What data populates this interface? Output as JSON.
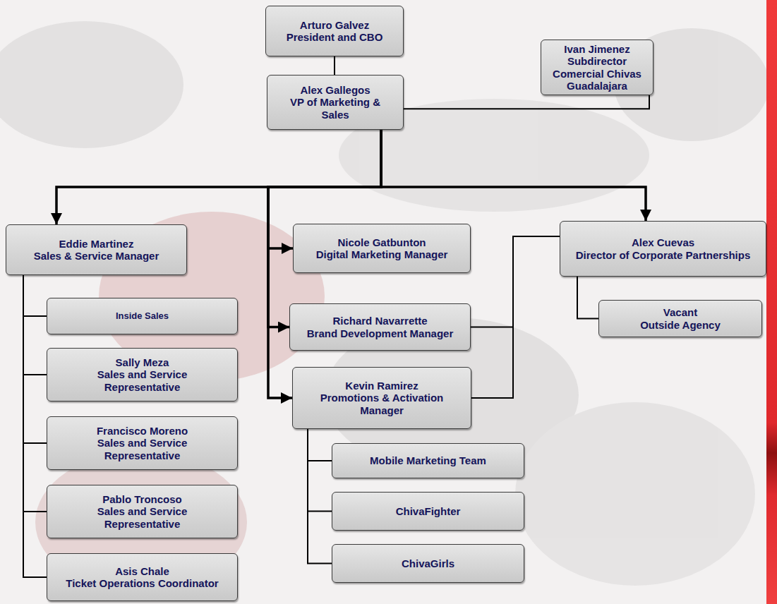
{
  "diagram": {
    "nodes": [
      {
        "text": [
          "Arturo Galvez",
          "President and CBO"
        ]
      },
      {
        "text": [
          "Ivan Jimenez",
          "Subdirector Comercial Chivas Guadalajara"
        ]
      },
      {
        "text": [
          "Alex Gallegos",
          "VP of Marketing & Sales"
        ]
      },
      {
        "text": [
          "Eddie Martinez",
          "Sales & Service Manager"
        ]
      },
      {
        "text": [
          "Inside Sales"
        ]
      },
      {
        "text": [
          "Sally Meza",
          "Sales and Service Representative"
        ]
      },
      {
        "text": [
          "Francisco Moreno",
          "Sales and Service Representative"
        ]
      },
      {
        "text": [
          "Pablo Troncoso",
          "Sales and Service Representative"
        ]
      },
      {
        "text": [
          "Asis Chale",
          "Ticket Operations Coordinator"
        ]
      },
      {
        "text": [
          "Nicole Gatbunton",
          "Digital Marketing Manager"
        ]
      },
      {
        "text": [
          "Richard Navarrette",
          "Brand Development Manager"
        ]
      },
      {
        "text": [
          "Kevin Ramirez",
          "Promotions & Activation Manager"
        ]
      },
      {
        "text": [
          "Mobile Marketing Team"
        ]
      },
      {
        "text": [
          "ChivaFighter"
        ]
      },
      {
        "text": [
          "ChivaGirls"
        ]
      },
      {
        "text": [
          "Alex Cuevas",
          "Director of Corporate Partnerships"
        ]
      },
      {
        "text": [
          "Vacant",
          "Outside Agency"
        ]
      }
    ],
    "edges": [
      {
        "from": 0,
        "to": 2,
        "arrow": "none"
      },
      {
        "from": 1,
        "to": 2,
        "arrow": "none"
      },
      {
        "from": 2,
        "to": 3,
        "arrow": "to"
      },
      {
        "from": 2,
        "to": 9,
        "arrow": "to"
      },
      {
        "from": 2,
        "to": 10,
        "arrow": "to"
      },
      {
        "from": 2,
        "to": 11,
        "arrow": "to"
      },
      {
        "from": 2,
        "to": 15,
        "arrow": "to"
      },
      {
        "from": 3,
        "to": 4,
        "arrow": "none"
      },
      {
        "from": 3,
        "to": 5,
        "arrow": "none"
      },
      {
        "from": 3,
        "to": 6,
        "arrow": "none"
      },
      {
        "from": 3,
        "to": 7,
        "arrow": "none"
      },
      {
        "from": 3,
        "to": 8,
        "arrow": "none"
      },
      {
        "from": 11,
        "to": 12,
        "arrow": "none"
      },
      {
        "from": 11,
        "to": 13,
        "arrow": "none"
      },
      {
        "from": 11,
        "to": 14,
        "arrow": "none"
      },
      {
        "from": 15,
        "to": 10,
        "arrow": "none"
      },
      {
        "from": 15,
        "to": 11,
        "arrow": "none"
      },
      {
        "from": 15,
        "to": 16,
        "arrow": "none"
      }
    ]
  }
}
